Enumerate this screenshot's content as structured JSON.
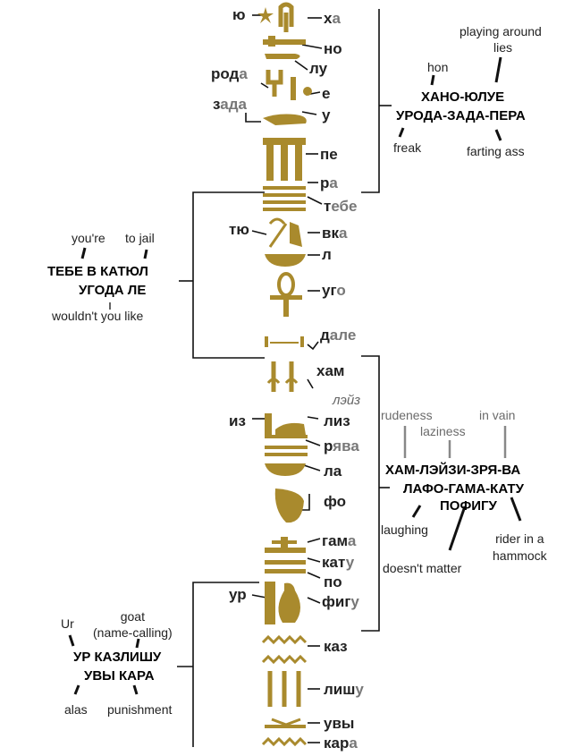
{
  "syllables": [
    {
      "id": "yu",
      "a": "ю",
      "b": ""
    },
    {
      "id": "ha",
      "a": "х",
      "b": "а"
    },
    {
      "id": "no",
      "a": "но",
      "b": ""
    },
    {
      "id": "lu",
      "a": "лу",
      "b": ""
    },
    {
      "id": "roda",
      "a": "род",
      "b": "а"
    },
    {
      "id": "e",
      "a": "е",
      "b": ""
    },
    {
      "id": "zada",
      "a": "з",
      "b": "ада"
    },
    {
      "id": "u",
      "a": "у",
      "b": ""
    },
    {
      "id": "pe",
      "a": "пе",
      "b": ""
    },
    {
      "id": "ra",
      "a": "р",
      "b": "а"
    },
    {
      "id": "tebe",
      "a": "т",
      "b": "ебе"
    },
    {
      "id": "tyu",
      "a": "тю",
      "b": ""
    },
    {
      "id": "vka",
      "a": "вк",
      "b": "а"
    },
    {
      "id": "l",
      "a": "л",
      "b": ""
    },
    {
      "id": "ugo",
      "a": "уг",
      "b": "о"
    },
    {
      "id": "dale",
      "a": "д",
      "b": "але"
    },
    {
      "id": "ham",
      "a": "хам",
      "b": ""
    },
    {
      "id": "iz",
      "a": "из",
      "b": ""
    },
    {
      "id": "liz",
      "a": "лиз",
      "b": ""
    },
    {
      "id": "ryava",
      "a": "р",
      "b": "ява"
    },
    {
      "id": "la",
      "a": "ла",
      "b": ""
    },
    {
      "id": "fo",
      "a": "фо",
      "b": ""
    },
    {
      "id": "gama",
      "a": "гам",
      "b": "а"
    },
    {
      "id": "katu",
      "a": "кат",
      "b": "у"
    },
    {
      "id": "po",
      "a": "по",
      "b": ""
    },
    {
      "id": "ur",
      "a": "ур",
      "b": ""
    },
    {
      "id": "figu",
      "a": "фиг",
      "b": "у"
    },
    {
      "id": "kaz",
      "a": "каз",
      "b": ""
    },
    {
      "id": "lishu",
      "a": "лиш",
      "b": "у"
    },
    {
      "id": "uvy",
      "a": "увы",
      "b": ""
    },
    {
      "id": "kara",
      "a": "кар",
      "b": "а"
    }
  ],
  "lezy_note": "лэйз",
  "groups": {
    "g1": {
      "line1": "ХАНО-ЮЛУЕ",
      "line2": "УРОДА-ЗАДА-ПЕРА",
      "gloss_playing": "playing around",
      "gloss_lies": "lies",
      "gloss_hon": "hon",
      "gloss_freak": "freak",
      "gloss_farting": "farting ass"
    },
    "g2": {
      "line1": "ТЕБЕ В КАТЮЛ",
      "line2": "УГОДА ЛЕ",
      "gloss_youre": "you're",
      "gloss_jail": "to jail",
      "gloss_like": "wouldn't you like"
    },
    "g3": {
      "line1": "ХАМ-ЛЭЙЗИ-ЗРЯ-ВА",
      "line2": "ЛАФО-ГАМА-КАТУ",
      "line3": "ПОФИГУ",
      "gloss_rudeness": "rudeness",
      "gloss_invain": "in vain",
      "gloss_laziness": "laziness",
      "gloss_laughing": "laughing",
      "gloss_doesnt": "doesn't matter",
      "gloss_rider": "rider in a\nhammock"
    },
    "g4": {
      "line1": "УР КАЗЛИШУ",
      "line2": "УВЫ КАРА",
      "gloss_ur": "Ur",
      "gloss_goat": "goat\n(name-calling)",
      "gloss_alas": "alas",
      "gloss_punish": "punishment"
    }
  },
  "colors": {
    "glyph": "#a98a2d",
    "line": "#111111",
    "grey": "#777777"
  }
}
